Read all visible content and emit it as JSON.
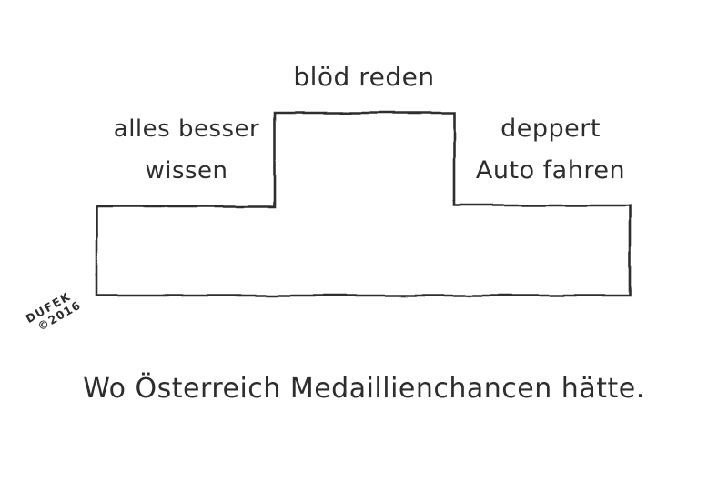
{
  "colors": {
    "background": "#ffffff",
    "ink": "#2d2d2d"
  },
  "podium": {
    "first_place": {
      "label": "blöd reden"
    },
    "second_place": {
      "lines": [
        "alles besser",
        "wissen"
      ]
    },
    "third_place": {
      "lines": [
        "deppert",
        "Auto fahren"
      ]
    }
  },
  "caption": {
    "text": "Wo Österreich Medaillienchancen hätte."
  },
  "signature": {
    "artist": "DUFEK",
    "year": "©2016"
  }
}
